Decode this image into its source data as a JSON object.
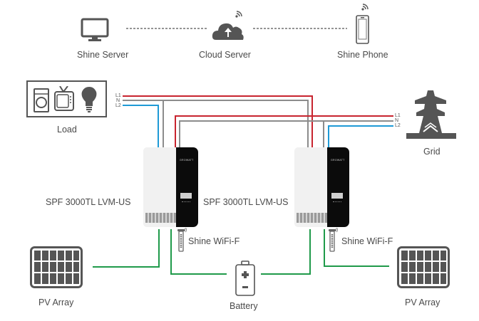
{
  "top_row": {
    "shine_server": {
      "label": "Shine Server",
      "icon": "monitor-icon"
    },
    "cloud_server": {
      "label": "Cloud Server",
      "icon": "cloud-upload-icon"
    },
    "shine_phone": {
      "label": "Shine Phone",
      "icon": "smartphone-icon"
    }
  },
  "load": {
    "label": "Load",
    "icons": [
      "washing-machine-icon",
      "tv-icon",
      "lightbulb-icon"
    ]
  },
  "grid": {
    "label": "Grid",
    "icon": "power-tower-icon"
  },
  "phase_labels": {
    "l1": "L1",
    "n": "N",
    "l2": "L2"
  },
  "inverters": [
    {
      "model": "SPF 3000TL LVM-US",
      "brand": "GROWATT",
      "wifi_label": "Shine WiFi-F"
    },
    {
      "model": "SPF 3000TL LVM-US",
      "brand": "GROWATT",
      "wifi_label": "Shine WiFi-F"
    }
  ],
  "pv_left": {
    "label": "PV Array"
  },
  "pv_right": {
    "label": "PV Array"
  },
  "battery": {
    "label": "Battery"
  },
  "colors": {
    "l1": "#c8242f",
    "n": "#8c8c8c",
    "l2": "#1e9ad6",
    "dc": "#1f9a4a",
    "icon": "#555555",
    "inverter_body": "#f1f1f1",
    "inverter_panel": "#0b0b0b"
  }
}
